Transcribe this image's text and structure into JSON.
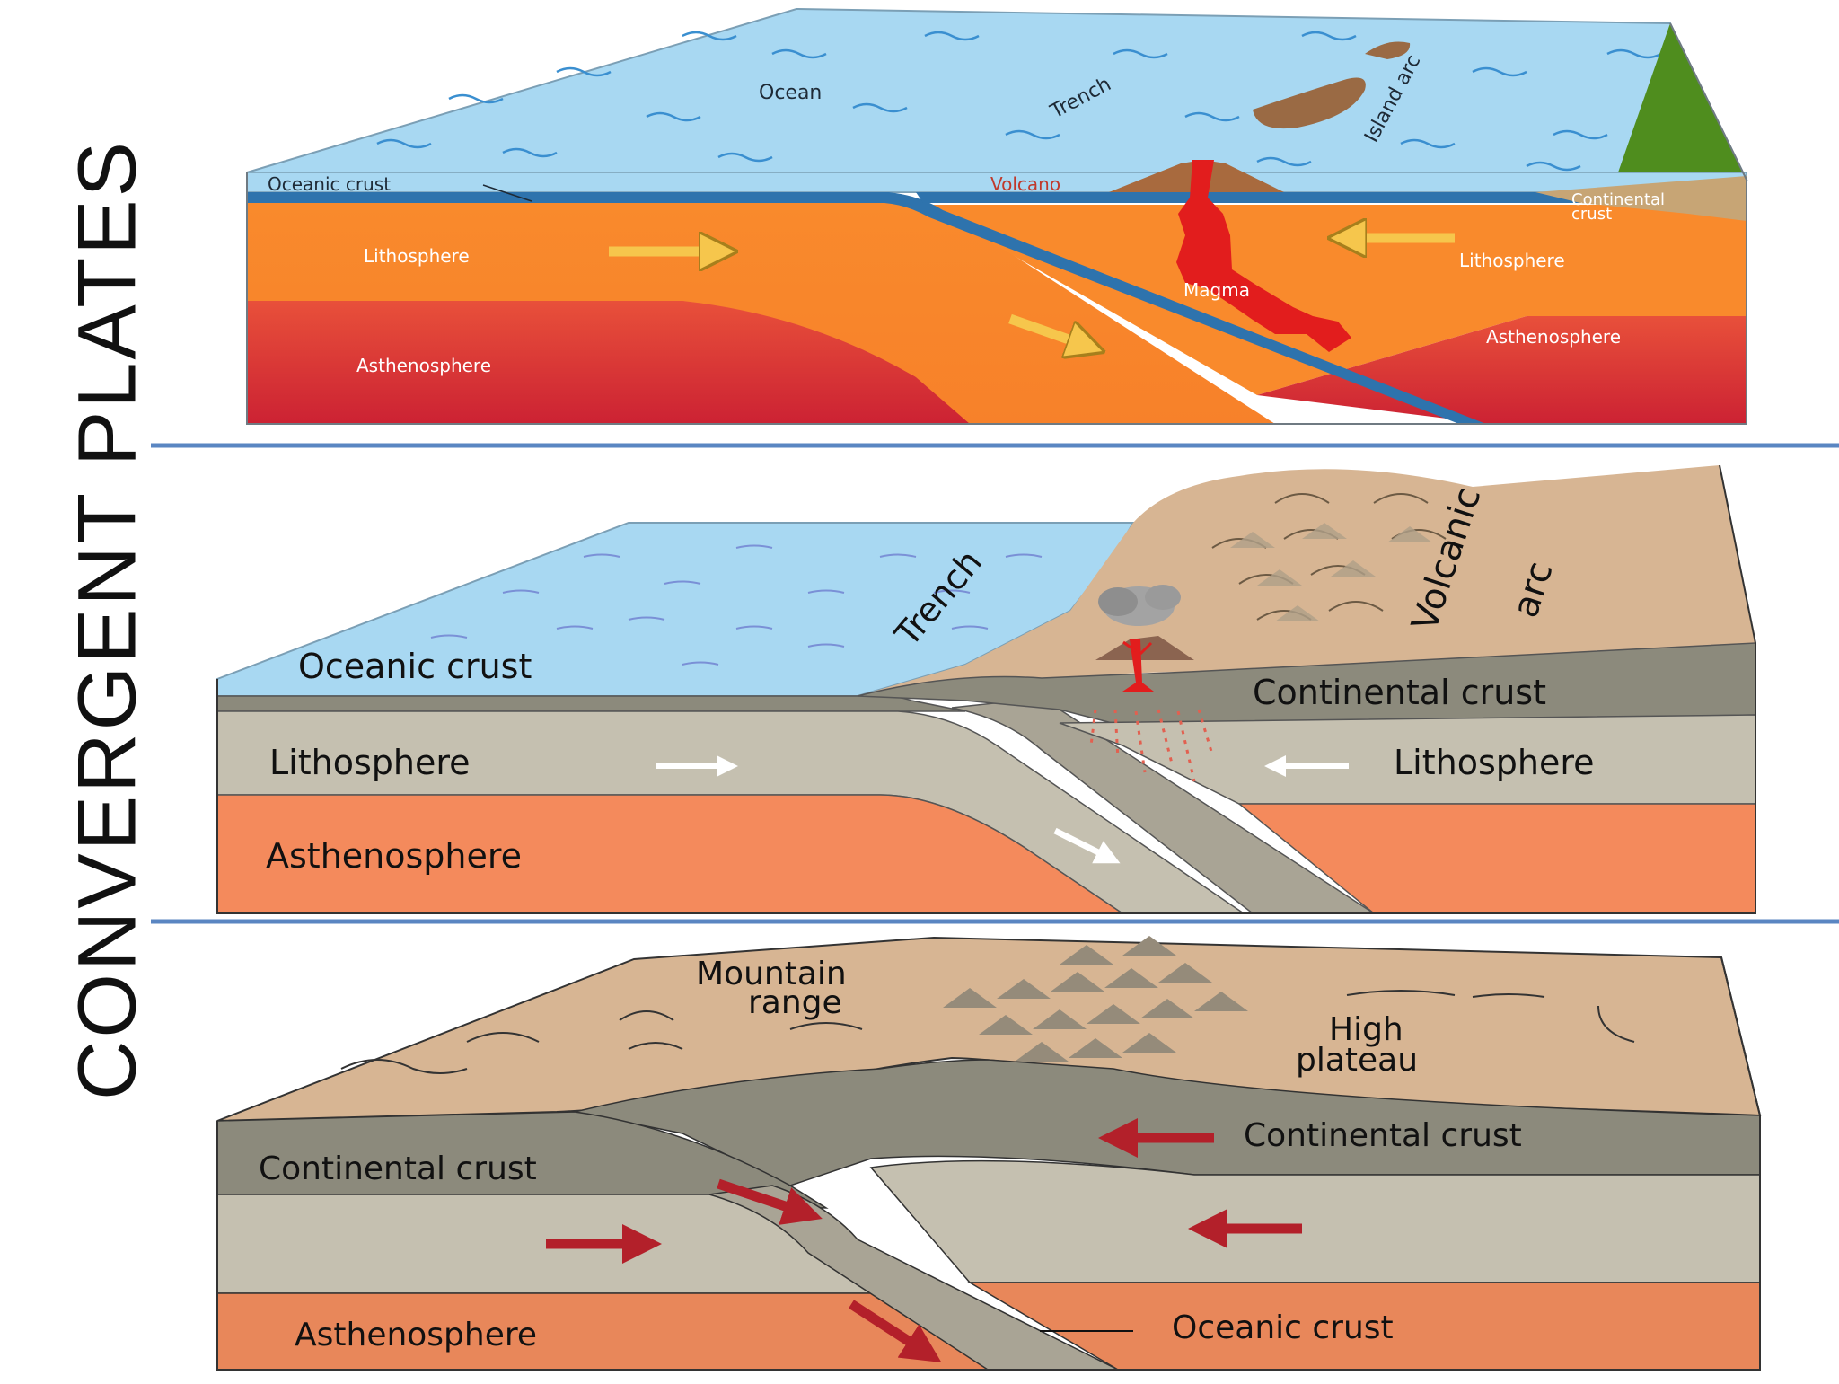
{
  "title": "CONVERGENT PLATES",
  "colors": {
    "ocean": "#a8d8f2",
    "oceanic_crust_blue": "#2e73ad",
    "lithosphere_orange": "#f98a2c",
    "asthenosphere_red": "#d8343a",
    "magma": "#e21d1d",
    "land_brown": "#9a6a44",
    "forest_green": "#4f8d1e",
    "continental_tan": "#d7b593",
    "crust_gray": "#8c8a7c",
    "lithosphere_gray": "#c5c0b0",
    "asthenosphere_salmon": "#f48a5c",
    "divider_blue": "#5a86c2",
    "arrow_yellow": "#f6c64c",
    "arrow_red": "#b3202a"
  },
  "panel1": {
    "ocean": "Ocean",
    "trench": "Trench",
    "island_arc": "Island arc",
    "oceanic_crust": "Oceanic crust",
    "volcano": "Volcano",
    "continental_crust_1": "Continental",
    "continental_crust_2": "crust",
    "lithosphere_left": "Lithosphere",
    "lithosphere_right": "Lithosphere",
    "magma": "Magma",
    "asthenosphere_left": "Asthenosphere",
    "asthenosphere_right": "Asthenosphere"
  },
  "panel2": {
    "trench": "Trench",
    "volcanic_arc_1": "Volcanic",
    "volcanic_arc_2": "arc",
    "oceanic_crust": "Oceanic crust",
    "continental_crust": "Continental crust",
    "lithosphere_left": "Lithosphere",
    "lithosphere_right": "Lithosphere",
    "asthenosphere": "Asthenosphere"
  },
  "panel3": {
    "mountain_range_1": "Mountain",
    "mountain_range_2": "range",
    "high_plateau_1": "High",
    "high_plateau_2": "plateau",
    "continental_crust_left": "Continental crust",
    "continental_crust_right": "Continental crust",
    "asthenosphere": "Asthenosphere",
    "oceanic_crust": "Oceanic crust"
  }
}
